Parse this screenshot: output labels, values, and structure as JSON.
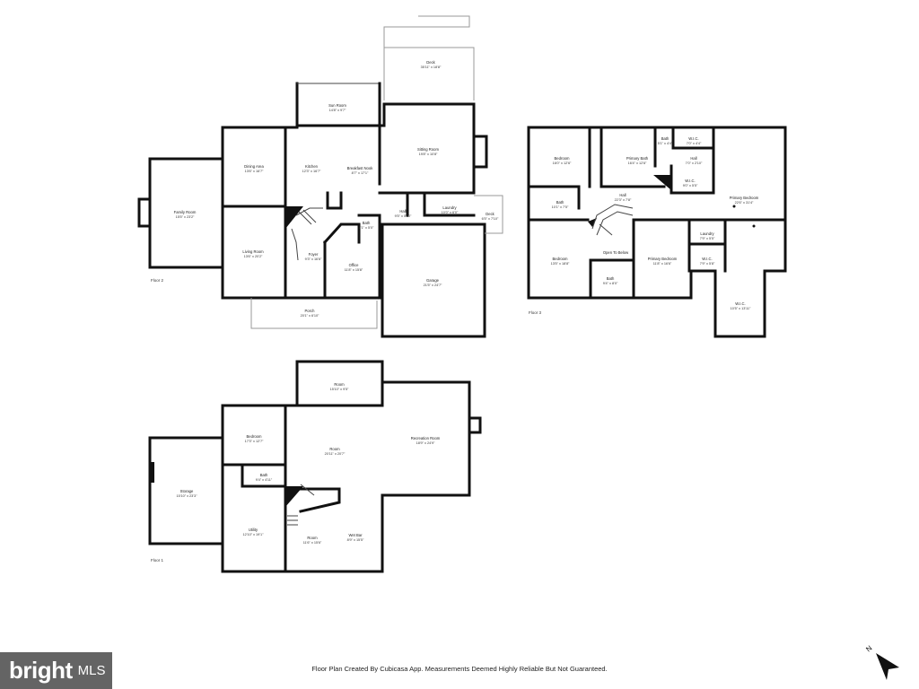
{
  "floors": [
    {
      "label": "Floor 2",
      "rooms": [
        {
          "name": "Deck",
          "dims": "35'11\" x 18'8\""
        },
        {
          "name": "Sun Room",
          "dims": "14'8\" x 9'7\""
        },
        {
          "name": "Dining Area",
          "dims": "13'6\" x 16'7\""
        },
        {
          "name": "Kitchen",
          "dims": "12'3\" x 16'7\""
        },
        {
          "name": "Breakfast Nook",
          "dims": "8'7\" x 17'1\""
        },
        {
          "name": "Sitting Room",
          "dims": "19'8\" x 10'8\""
        },
        {
          "name": "Family Room",
          "dims": "15'5\" x 23'2\""
        },
        {
          "name": "Living Room",
          "dims": "13'6\" x 20'2\""
        },
        {
          "name": "Foyer",
          "dims": "9'3\" x 16'6\""
        },
        {
          "name": "Bath",
          "dims": "7'1\" x 5'0\""
        },
        {
          "name": "Hall",
          "dims": "9'5\" x 5'10\""
        },
        {
          "name": "Laundry",
          "dims": "10'0\" x 6'0\""
        },
        {
          "name": "Deck",
          "dims": "6'5\" x 7'10\""
        },
        {
          "name": "Office",
          "dims": "11'8\" x 15'8\""
        },
        {
          "name": "Garage",
          "dims": "21'5\" x 24'7\""
        },
        {
          "name": "Porch",
          "dims": "20'1\" x 6'10\""
        }
      ]
    },
    {
      "label": "Floor 3",
      "rooms": [
        {
          "name": "Bedroom",
          "dims": "16'0\" x 12'6\""
        },
        {
          "name": "Primary Bath",
          "dims": "16'4\" x 12'6\""
        },
        {
          "name": "Bath",
          "dims": "5'1\" x 4'4\""
        },
        {
          "name": "W.I.C.",
          "dims": "7'0\" x 4'4\""
        },
        {
          "name": "Hall",
          "dims": "7'0\" x 2'10\""
        },
        {
          "name": "W.I.C.",
          "dims": "9'0\" x 5'5\""
        },
        {
          "name": "Primary Bedroom",
          "dims": "22'6\" x 31'4\""
        },
        {
          "name": "Bath",
          "dims": "10'1\" x 7'5\""
        },
        {
          "name": "Hall",
          "dims": "22'3\" x 7'8\""
        },
        {
          "name": "Bedroom",
          "dims": "13'5\" x 18'8\""
        },
        {
          "name": "Open To Below",
          "dims": ""
        },
        {
          "name": "Primary Bedroom",
          "dims": "11'8\" x 16'6\""
        },
        {
          "name": "Laundry",
          "dims": "7'9\" x 5'5\""
        },
        {
          "name": "W.I.C.",
          "dims": "7'9\" x 5'8\""
        },
        {
          "name": "Bath",
          "dims": "9'4\" x 8'0\""
        },
        {
          "name": "W.I.C.",
          "dims": "10'5\" x 13'11\""
        }
      ]
    },
    {
      "label": "Floor 1",
      "rooms": [
        {
          "name": "Room",
          "dims": "15'10\" x 9'5\""
        },
        {
          "name": "Bedroom",
          "dims": "17'3\" x 12'7\""
        },
        {
          "name": "Room",
          "dims": "20'11\" x 20'7\""
        },
        {
          "name": "Recreation Room",
          "dims": "18'9\" x 24'9\""
        },
        {
          "name": "Bath",
          "dims": "9'4\" x 4'11\""
        },
        {
          "name": "Storage",
          "dims": "15'10\" x 23'3\""
        },
        {
          "name": "Utility",
          "dims": "12'10\" x 19'1\""
        },
        {
          "name": "Room",
          "dims": "11'6\" x 15'6\""
        },
        {
          "name": "Wet Bar",
          "dims": "8'9\" x 15'5\""
        }
      ]
    }
  ],
  "footer": "Floor Plan Created By Cubicasa App. Measurements Deemed Highly Reliable But Not Guaranteed.",
  "brand": {
    "name": "bright",
    "suffix": "MLS"
  },
  "compass": {
    "label": "N"
  },
  "colors": {
    "wall": "#111111",
    "brand_bg": "#646464",
    "background": "#ffffff"
  }
}
